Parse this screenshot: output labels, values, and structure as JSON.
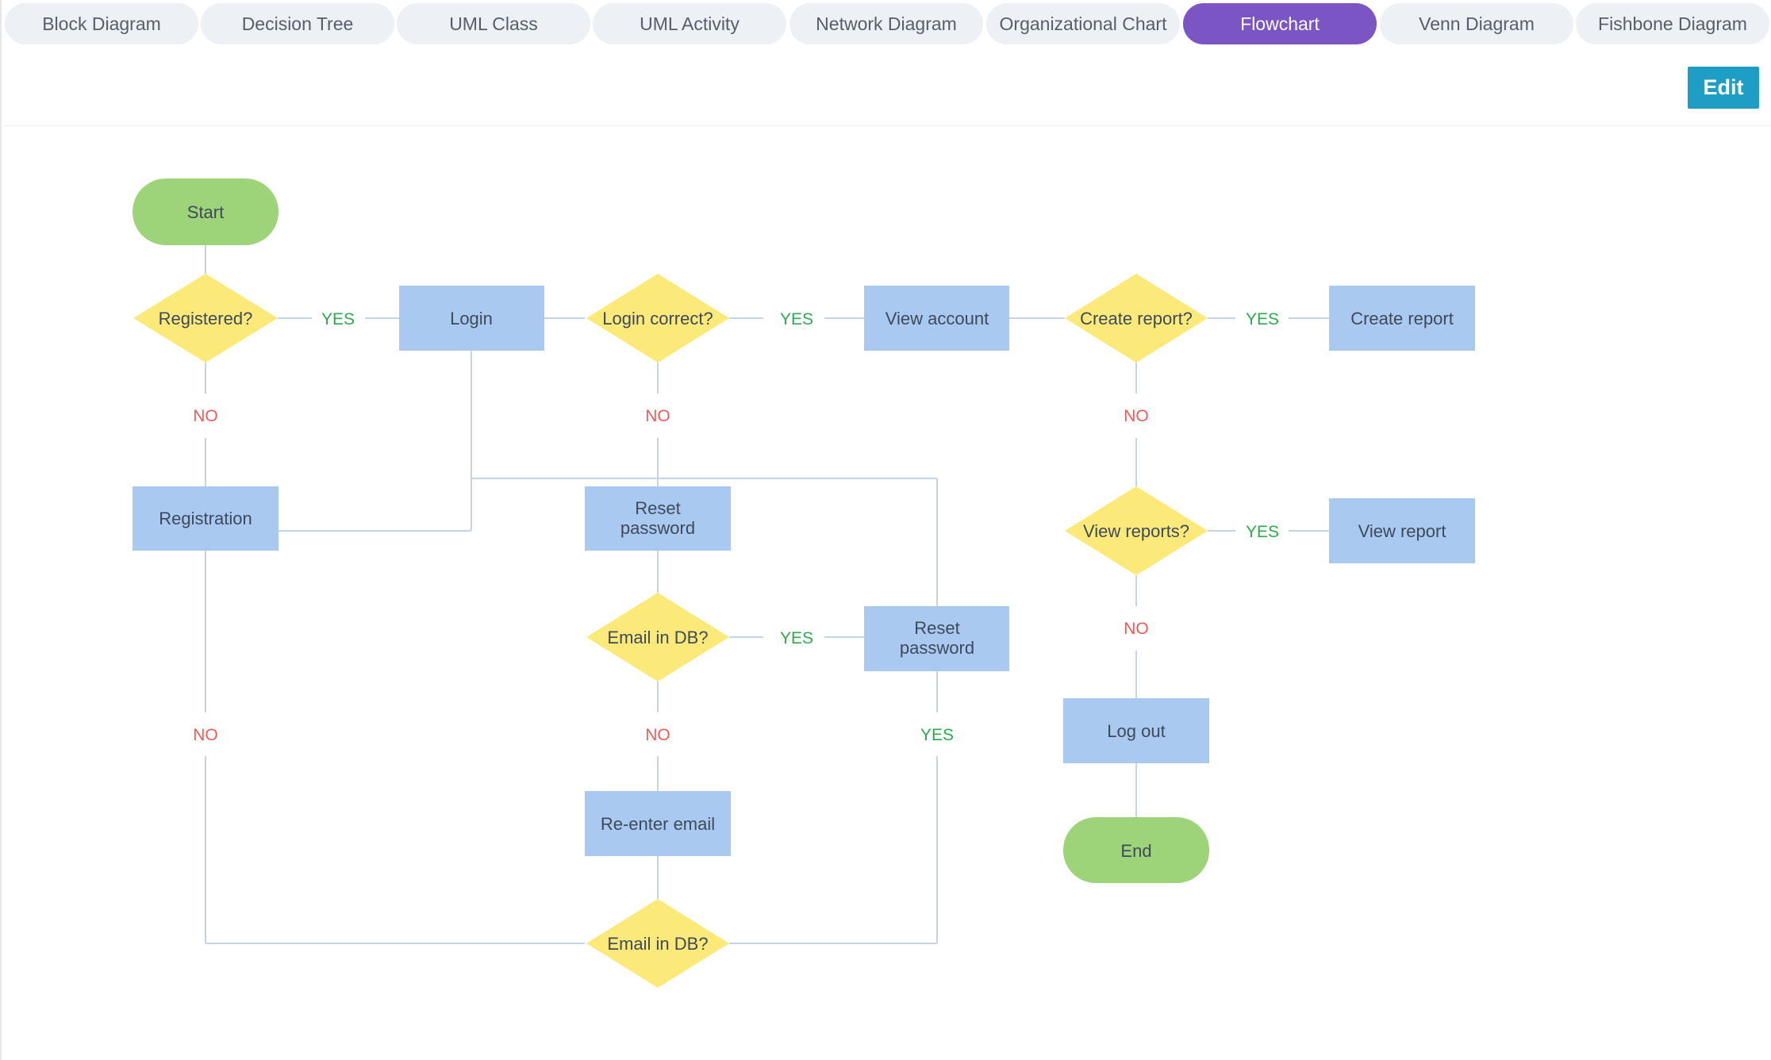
{
  "tabs": [
    {
      "label": "Block Diagram",
      "active": false
    },
    {
      "label": "Decision Tree",
      "active": false
    },
    {
      "label": "UML Class",
      "active": false
    },
    {
      "label": "UML Activity",
      "active": false
    },
    {
      "label": "Network Diagram",
      "active": false
    },
    {
      "label": "Organizational Chart",
      "active": false
    },
    {
      "label": "Flowchart",
      "active": true
    },
    {
      "label": "Venn Diagram",
      "active": false
    },
    {
      "label": "Fishbone Diagram",
      "active": false
    }
  ],
  "toolbar": {
    "edit_label": "Edit"
  },
  "colors": {
    "terminal": "#9dd47a",
    "process": "#a9c9f1",
    "decision": "#fbe97a",
    "connector": "#c6d5e6",
    "yes": "#2fa84f",
    "no": "#f05a5a",
    "tab_active": "#7c55c4",
    "edit_button": "#1e9ec4"
  },
  "flowchart": {
    "nodes": {
      "start": {
        "label": [
          "Start"
        ],
        "shape": "terminal"
      },
      "registered": {
        "label": [
          "Registered?"
        ],
        "shape": "decision"
      },
      "login": {
        "label": [
          "Login"
        ],
        "shape": "process"
      },
      "login_correct": {
        "label": [
          "Login correct?"
        ],
        "shape": "decision"
      },
      "view_account": {
        "label": [
          "View account"
        ],
        "shape": "process"
      },
      "create_report_q": {
        "label": [
          "Create report?"
        ],
        "shape": "decision"
      },
      "create_report": {
        "label": [
          "Create report"
        ],
        "shape": "process"
      },
      "registration": {
        "label": [
          "Registration"
        ],
        "shape": "process"
      },
      "reset_password_1": {
        "label": [
          "Reset",
          "password"
        ],
        "shape": "process"
      },
      "view_reports_q": {
        "label": [
          "View reports?"
        ],
        "shape": "decision"
      },
      "view_report": {
        "label": [
          "View report"
        ],
        "shape": "process"
      },
      "email_in_db_1": {
        "label": [
          "Email in DB?"
        ],
        "shape": "decision"
      },
      "reset_password_2": {
        "label": [
          "Reset",
          "password"
        ],
        "shape": "process"
      },
      "log_out": {
        "label": [
          "Log out"
        ],
        "shape": "process"
      },
      "re_enter_email": {
        "label": [
          "Re-enter email"
        ],
        "shape": "process"
      },
      "end": {
        "label": [
          "End"
        ],
        "shape": "terminal"
      },
      "email_in_db_2": {
        "label": [
          "Email in DB?"
        ],
        "shape": "decision"
      }
    },
    "edge_labels": {
      "registered_yes": {
        "text": "YES",
        "kind": "yes"
      },
      "registered_no": {
        "text": "NO",
        "kind": "no"
      },
      "login_correct_yes": {
        "text": "YES",
        "kind": "yes"
      },
      "login_correct_no": {
        "text": "NO",
        "kind": "no"
      },
      "create_report_yes": {
        "text": "YES",
        "kind": "yes"
      },
      "create_report_no": {
        "text": "NO",
        "kind": "no"
      },
      "view_reports_yes": {
        "text": "YES",
        "kind": "yes"
      },
      "view_reports_no": {
        "text": "NO",
        "kind": "no"
      },
      "email_db_1_yes": {
        "text": "YES",
        "kind": "yes"
      },
      "email_db_1_no": {
        "text": "NO",
        "kind": "no"
      },
      "registration_no": {
        "text": "NO",
        "kind": "no"
      },
      "reset_password_2_yes": {
        "text": "YES",
        "kind": "yes"
      }
    }
  }
}
